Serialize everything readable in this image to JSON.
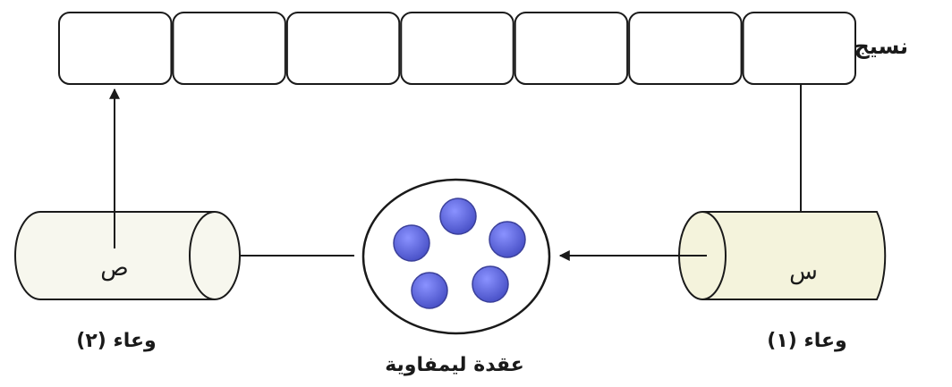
{
  "tissue": {
    "label": "نسيج",
    "cell_count": 7
  },
  "vessel_1": {
    "symbol": "س",
    "caption": "وعاء (١)"
  },
  "vessel_2": {
    "symbol": "ص",
    "caption": "وعاء (٢)"
  },
  "lymph_node": {
    "caption": "عقدة ليمفاوية",
    "cell_count": 5
  },
  "colors": {
    "line": "#1a1a1a",
    "vessel_1_fill": "#f4f3dc",
    "vessel_2_fill": "#f7f7ee",
    "cell_fill": "#5a64d8",
    "cell_stroke": "#3a3f9a"
  }
}
